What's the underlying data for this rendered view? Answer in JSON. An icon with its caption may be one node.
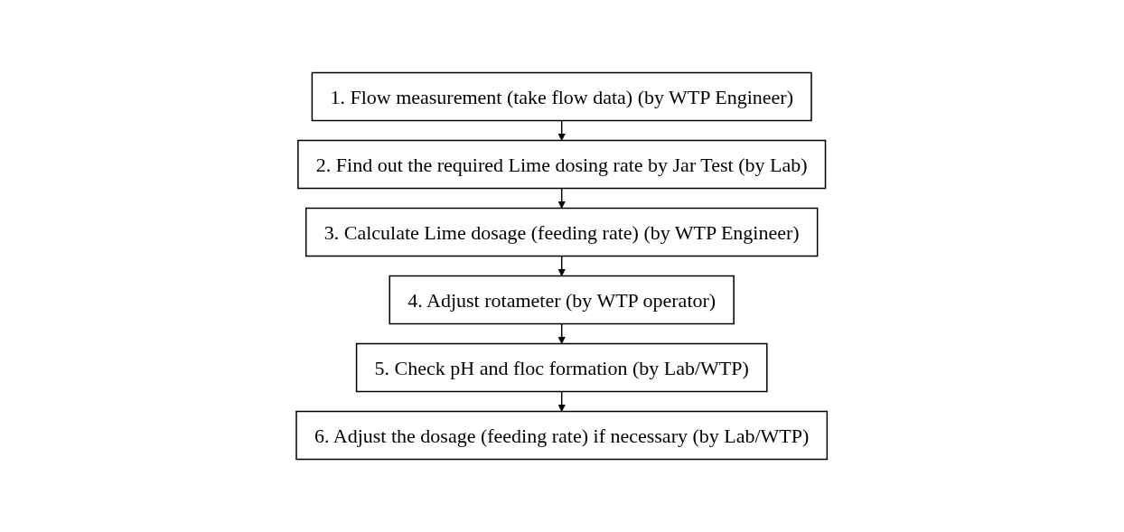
{
  "diagram": {
    "nodes": [
      {
        "text": [
          "1. Flow measurement (take flow data) (by WTP Engineer)"
        ]
      },
      {
        "text": [
          "2. Find out the required Lime dosing rate by Jar Test (by Lab)"
        ]
      },
      {
        "text": [
          "3. Calculate Lime dosage (feeding rate) (by WTP Engineer)"
        ]
      },
      {
        "text": [
          "4. Adjust rotameter (by WTP operator)"
        ]
      },
      {
        "text": [
          "5. Check pH and floc formation (by Lab/WTP)"
        ]
      },
      {
        "text": [
          "6. Adjust the dosage (feeding rate) if necessary (by Lab/WTP)"
        ]
      }
    ],
    "edges": [
      {
        "from": 0,
        "to": 1,
        "arrow": "to"
      },
      {
        "from": 1,
        "to": 2,
        "arrow": "to"
      },
      {
        "from": 2,
        "to": 3,
        "arrow": "to"
      },
      {
        "from": 3,
        "to": 4,
        "arrow": "to"
      },
      {
        "from": 4,
        "to": 5,
        "arrow": "to"
      }
    ]
  }
}
